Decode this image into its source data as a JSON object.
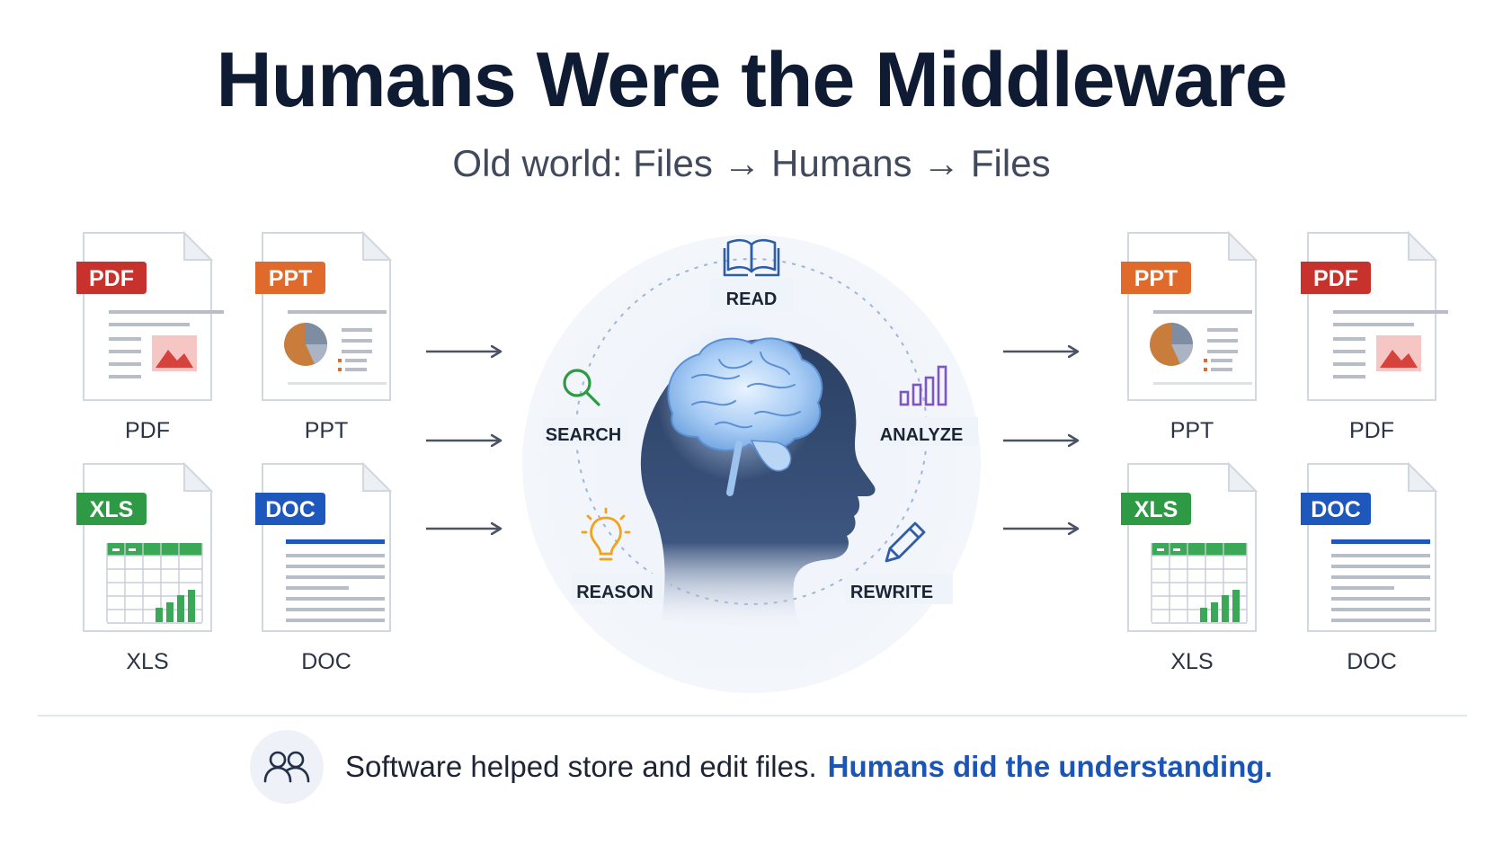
{
  "title": "Humans Were the Middleware",
  "subtitle": "Old world: Files → Humans → Files",
  "colors": {
    "pdf": "#c8322d",
    "ppt": "#e06a2c",
    "xls": "#2e9a45",
    "doc": "#1f58bd",
    "ink": "#0f1b33",
    "accent": "#1a55b8"
  },
  "input_files": [
    {
      "badge": "PDF",
      "label": "PDF",
      "kind": "pdf"
    },
    {
      "badge": "PPT",
      "label": "PPT",
      "kind": "ppt"
    },
    {
      "badge": "XLS",
      "label": "XLS",
      "kind": "xls"
    },
    {
      "badge": "DOC",
      "label": "DOC",
      "kind": "doc"
    }
  ],
  "output_files": [
    {
      "badge": "PPT",
      "label": "PPT",
      "kind": "ppt"
    },
    {
      "badge": "PDF",
      "label": "PDF",
      "kind": "pdf"
    },
    {
      "badge": "XLS",
      "label": "XLS",
      "kind": "xls"
    },
    {
      "badge": "DOC",
      "label": "DOC",
      "kind": "doc"
    }
  ],
  "human": {
    "actions": [
      {
        "label": "READ",
        "icon": "book-icon"
      },
      {
        "label": "SEARCH",
        "icon": "magnifier-icon"
      },
      {
        "label": "ANALYZE",
        "icon": "bar-chart-icon"
      },
      {
        "label": "REASON",
        "icon": "lightbulb-icon"
      },
      {
        "label": "REWRITE",
        "icon": "pencil-icon"
      }
    ]
  },
  "footer": {
    "text": "Software helped store and edit files.",
    "highlight": "Humans did the understanding.",
    "icon": "people-icon"
  }
}
